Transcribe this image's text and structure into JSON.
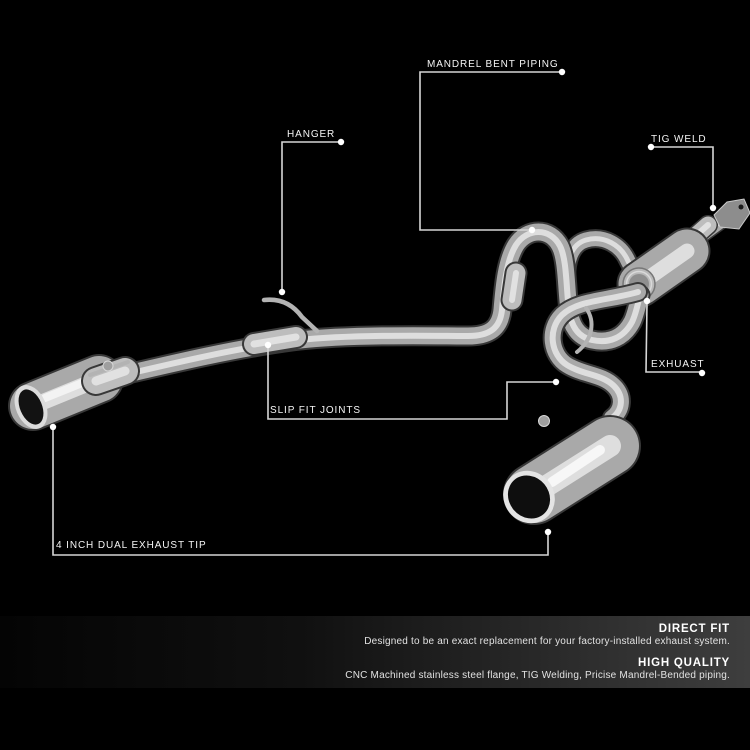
{
  "callouts": {
    "mandrel_bent_piping": {
      "label": "MANDREL BENT PIPING"
    },
    "hanger": {
      "label": "HANGER"
    },
    "tig_weld": {
      "label": "TIG WELD"
    },
    "exhaust": {
      "label": "EXHUAST"
    },
    "slip_fit_joints": {
      "label": "SLIP FIT JOINTS"
    },
    "four_inch_tip": {
      "label": "4 INCH DUAL EXHAUST TIP"
    }
  },
  "info_panel": {
    "sections": [
      {
        "title": "DIRECT FIT",
        "description": "Designed to be an exact replacement for your factory-installed exhaust system."
      },
      {
        "title": "HIGH QUALITY",
        "description": "CNC Machined stainless steel flange, TIG Welding, Pricise Mandrel-Bended piping."
      }
    ]
  },
  "colors": {
    "background": "#000000",
    "label_text": "#f5f5f5",
    "callout_line": "#d6d6d6",
    "callout_dot": "#ffffff",
    "panel_gradient_start": "#040404",
    "panel_gradient_end": "#3e3e3e",
    "panel_text": "#e2e2e2",
    "chrome_mid": "#a9a9a9",
    "chrome_highlight": "#e8e8e8"
  }
}
